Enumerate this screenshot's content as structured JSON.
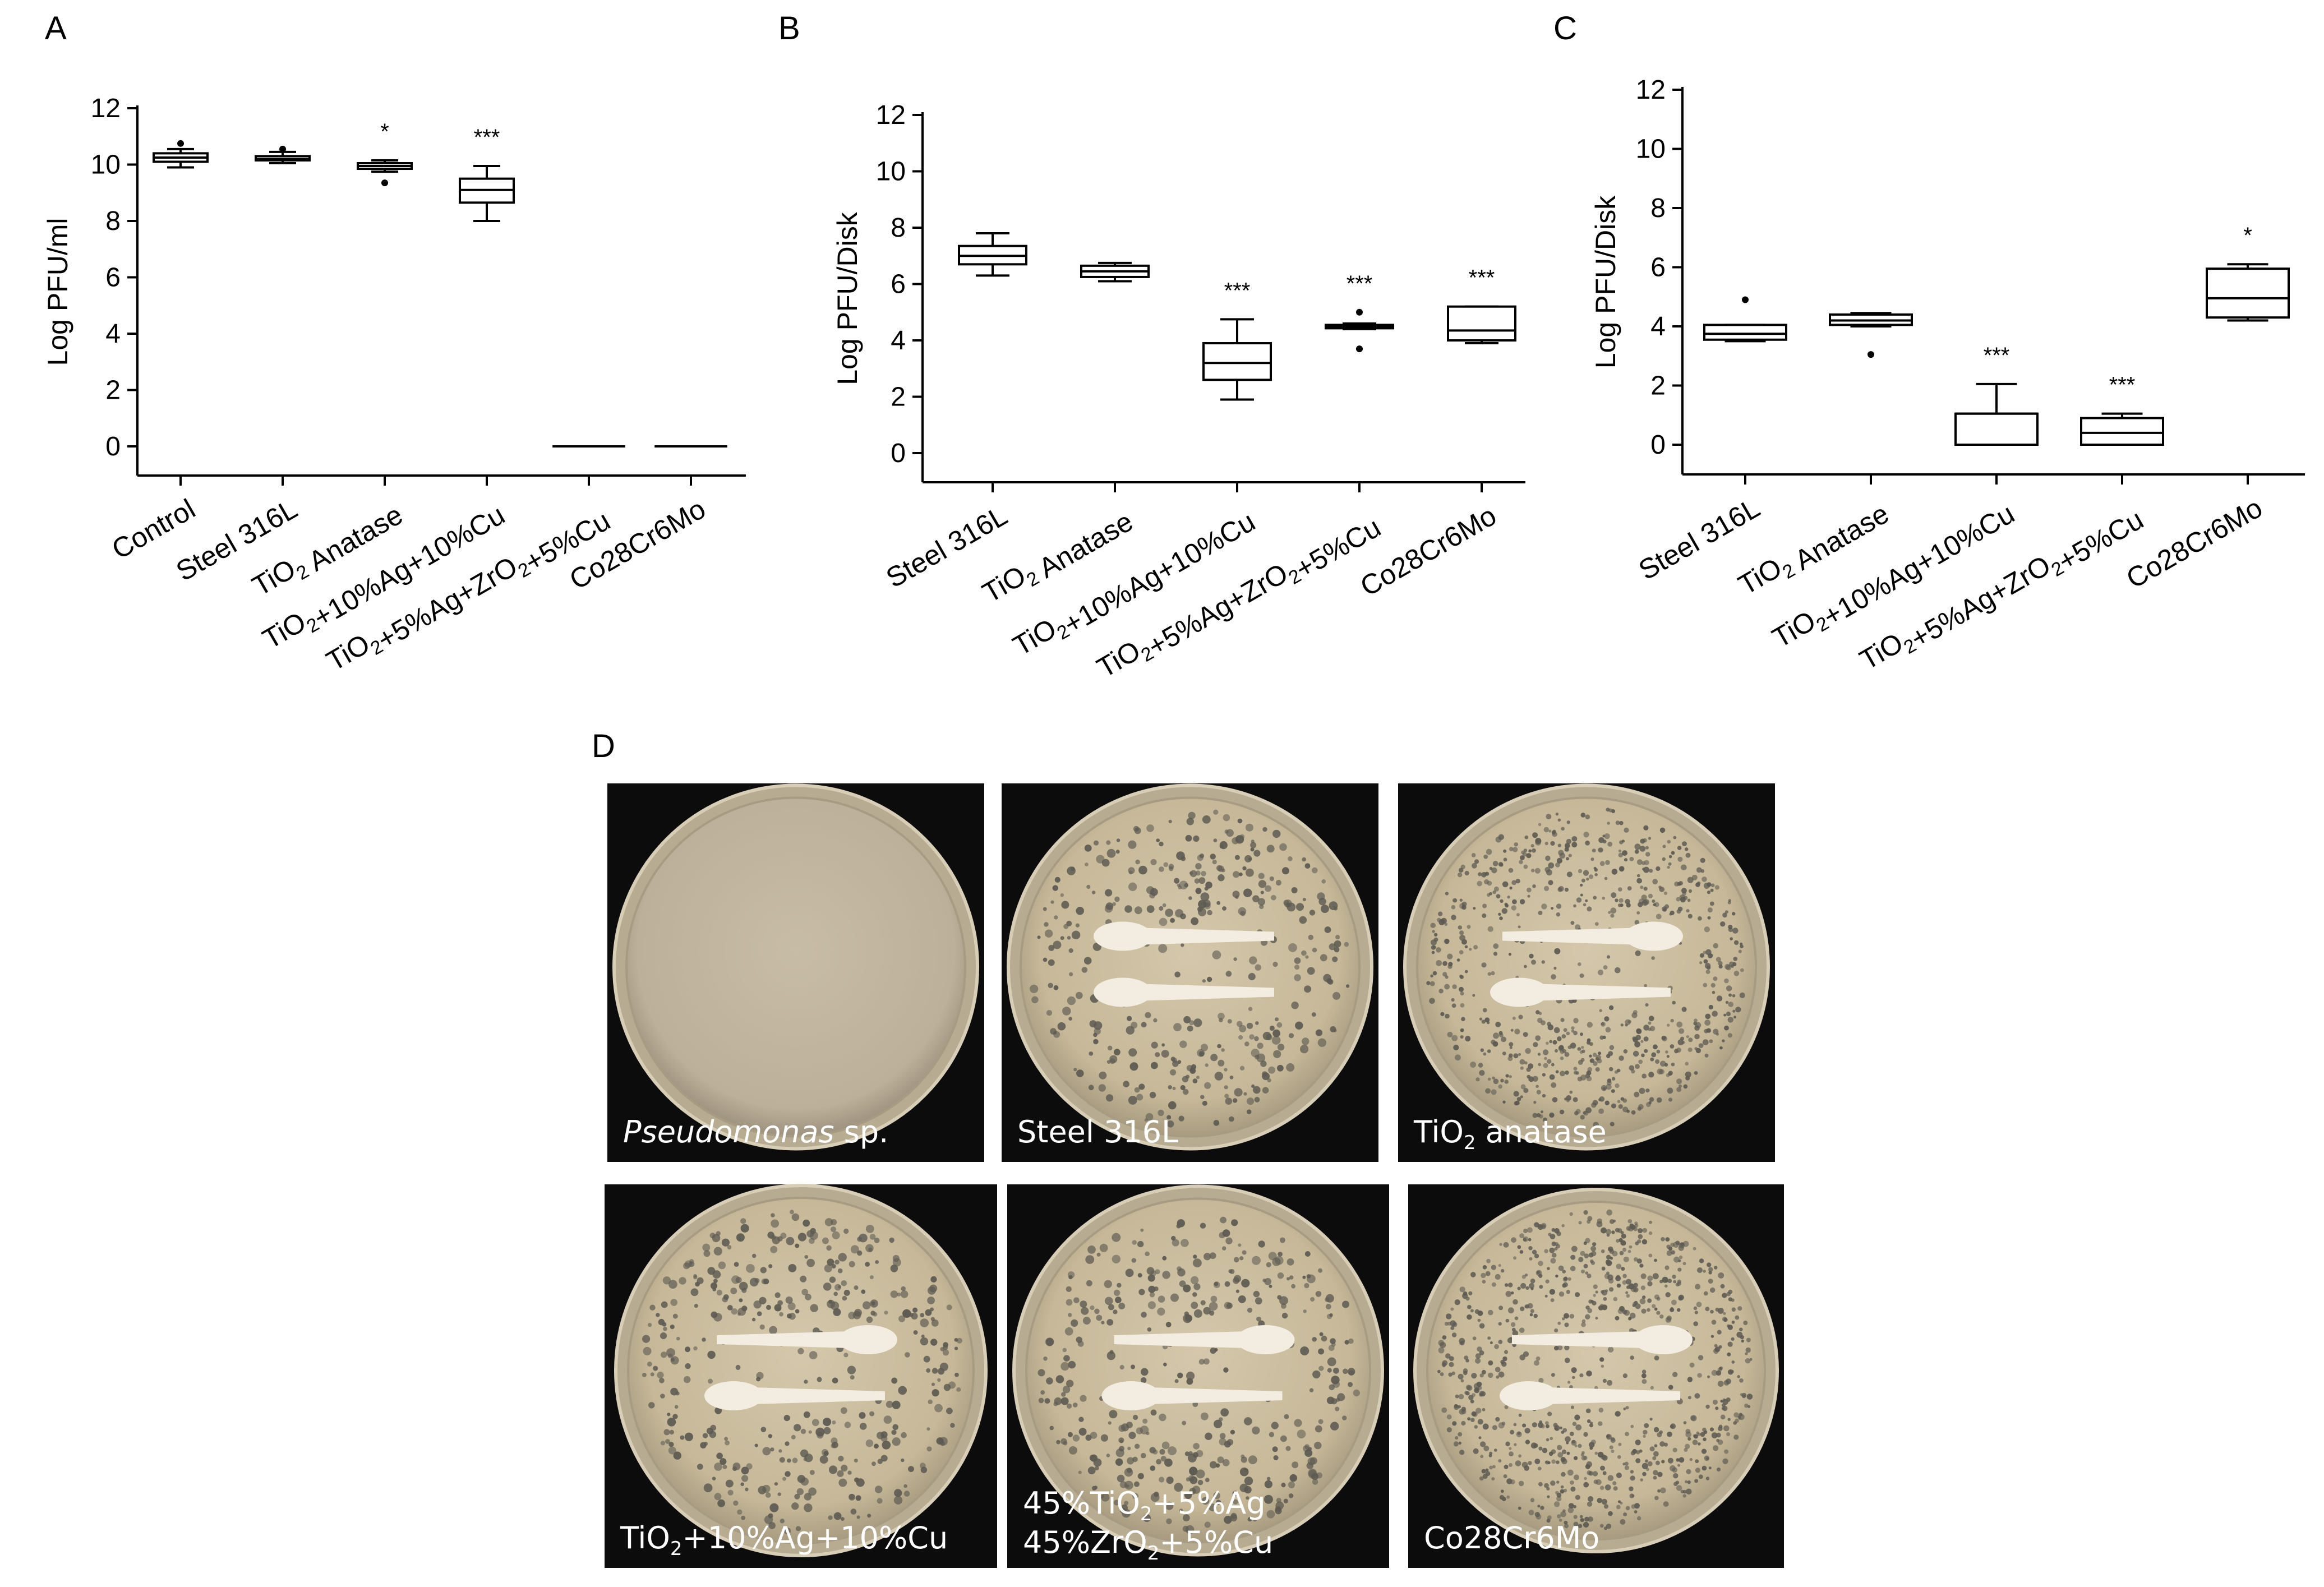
{
  "panels": [
    {
      "letter": "A"
    },
    {
      "letter": "B"
    },
    {
      "letter": "C"
    },
    {
      "letter": "D"
    }
  ],
  "chart_data": [
    {
      "type": "box",
      "panel": "A",
      "ylabel": "Log PFU/ml",
      "ylim": [
        -1,
        12
      ],
      "yticks": [
        0,
        2,
        4,
        6,
        8,
        10,
        12
      ],
      "categories": [
        "Control",
        "Steel 316L",
        "TiO2 Anatase",
        "TiO2+10%Ag+10%Cu",
        "TiO2+5%Ag+ZrO2+5%Cu",
        "Co28Cr6Mo"
      ],
      "boxes": [
        {
          "min": 9.9,
          "q1": 10.1,
          "median": 10.25,
          "q3": 10.4,
          "max": 10.55,
          "outliers": [
            10.75
          ],
          "sig": ""
        },
        {
          "min": 10.05,
          "q1": 10.15,
          "median": 10.2,
          "q3": 10.3,
          "max": 10.45,
          "outliers": [
            10.55
          ],
          "sig": ""
        },
        {
          "min": 9.75,
          "q1": 9.85,
          "median": 9.95,
          "q3": 10.05,
          "max": 10.15,
          "outliers": [
            9.35
          ],
          "sig": "*"
        },
        {
          "min": 8.0,
          "q1": 8.65,
          "median": 9.1,
          "q3": 9.5,
          "max": 9.95,
          "outliers": [],
          "sig": "***"
        },
        {
          "min": 0,
          "q1": 0,
          "median": 0,
          "q3": 0,
          "max": 0,
          "outliers": [],
          "sig": ""
        },
        {
          "min": 0,
          "q1": 0,
          "median": 0,
          "q3": 0,
          "max": 0,
          "outliers": [],
          "sig": ""
        }
      ]
    },
    {
      "type": "box",
      "panel": "B",
      "ylabel": "Log PFU/Disk",
      "ylim": [
        -1,
        12
      ],
      "yticks": [
        0,
        2,
        4,
        6,
        8,
        10,
        12
      ],
      "categories": [
        "Steel 316L",
        "TiO2 Anatase",
        "TiO2+10%Ag+10%Cu",
        "TiO2+5%Ag+ZrO2+5%Cu",
        "Co28Cr6Mo"
      ],
      "boxes": [
        {
          "min": 6.3,
          "q1": 6.7,
          "median": 7.0,
          "q3": 7.35,
          "max": 7.8,
          "outliers": [],
          "sig": ""
        },
        {
          "min": 6.1,
          "q1": 6.25,
          "median": 6.45,
          "q3": 6.65,
          "max": 6.75,
          "outliers": [],
          "sig": ""
        },
        {
          "min": 1.9,
          "q1": 2.6,
          "median": 3.2,
          "q3": 3.9,
          "max": 4.75,
          "outliers": [],
          "sig": "***"
        },
        {
          "min": 4.4,
          "q1": 4.45,
          "median": 4.5,
          "q3": 4.55,
          "max": 4.6,
          "outliers": [
            5.0,
            3.7
          ],
          "sig": "***"
        },
        {
          "min": 3.9,
          "q1": 4.0,
          "median": 4.35,
          "q3": 5.2,
          "max": 5.2,
          "outliers": [],
          "sig": "***"
        }
      ]
    },
    {
      "type": "box",
      "panel": "C",
      "ylabel": "Log PFU/Disk",
      "ylim": [
        -1,
        12
      ],
      "yticks": [
        0,
        2,
        4,
        6,
        8,
        10,
        12
      ],
      "categories": [
        "Steel 316L",
        "TiO2 Anatase",
        "TiO2+10%Ag+10%Cu",
        "TiO2+5%Ag+ZrO2+5%Cu",
        "Co28Cr6Mo"
      ],
      "boxes": [
        {
          "min": 3.5,
          "q1": 3.55,
          "median": 3.75,
          "q3": 4.05,
          "max": 4.05,
          "outliers": [
            4.9
          ],
          "sig": ""
        },
        {
          "min": 4.0,
          "q1": 4.05,
          "median": 4.2,
          "q3": 4.4,
          "max": 4.45,
          "outliers": [
            3.05
          ],
          "sig": ""
        },
        {
          "min": 0,
          "q1": 0,
          "median": 1.05,
          "q3": 1.05,
          "max": 2.05,
          "outliers": [],
          "sig": "***"
        },
        {
          "min": 0,
          "q1": 0,
          "median": 0.4,
          "q3": 0.9,
          "max": 1.05,
          "outliers": [],
          "sig": "***"
        },
        {
          "min": 4.2,
          "q1": 4.3,
          "median": 4.95,
          "q3": 5.95,
          "max": 6.1,
          "outliers": [],
          "sig": "*"
        }
      ]
    }
  ],
  "photos": {
    "row1": [
      {
        "label_italic": "Pseudomonas",
        "label_rest": " sp.",
        "style": "clear",
        "sticks": false
      },
      {
        "label": "Steel 316L",
        "style": "plaques",
        "sticks": true
      },
      {
        "label_parts": [
          "TiO",
          "2",
          "  anatase"
        ],
        "style": "plaques",
        "sticks": true
      }
    ],
    "row2": [
      {
        "label_parts": [
          "TiO",
          "2",
          "+10%Ag+10%Cu"
        ],
        "style": "plaques",
        "sticks": true
      },
      {
        "line1_parts": [
          "45%TiO",
          "2",
          "+5%Ag"
        ],
        "line2_parts": [
          "45%ZrO",
          "2",
          "+5%Cu"
        ],
        "style": "plaques",
        "sticks": true
      },
      {
        "label": "Co28Cr6Mo",
        "style": "plaques",
        "sticks": true
      }
    ]
  },
  "colors": {
    "plate_bg": "#0c0c0c",
    "agar": "#cdbfa3",
    "plaque": "#5d5a52",
    "stick": "#f3ece0"
  }
}
